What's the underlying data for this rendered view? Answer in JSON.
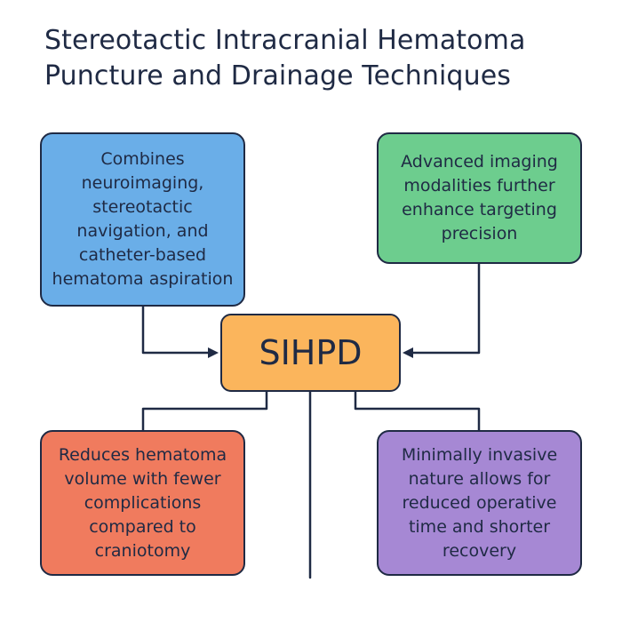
{
  "title": {
    "line1": "Stereotactic Intracranial Hematoma",
    "line2": "Puncture and Drainage Techniques"
  },
  "center": {
    "label": "SIHPD",
    "color": "#fbb55c"
  },
  "nodes": {
    "top_left": {
      "text": "Combines neuroimaging, stereotactic navigation, and catheter-based hematoma aspiration",
      "color": "#6aaee8"
    },
    "top_right": {
      "text": "Advanced imaging modalities further enhance targeting precision",
      "color": "#6dcd8e"
    },
    "bottom_left": {
      "text": "Reduces hematoma volume with fewer complications compared to craniotomy",
      "color": "#f07b5e"
    },
    "bottom_right": {
      "text": "Minimally invasive nature allows for reduced operative time and shorter recovery",
      "color": "#a688d4"
    }
  },
  "colors": {
    "outline": "#1f2a44",
    "background": "#ffffff"
  }
}
